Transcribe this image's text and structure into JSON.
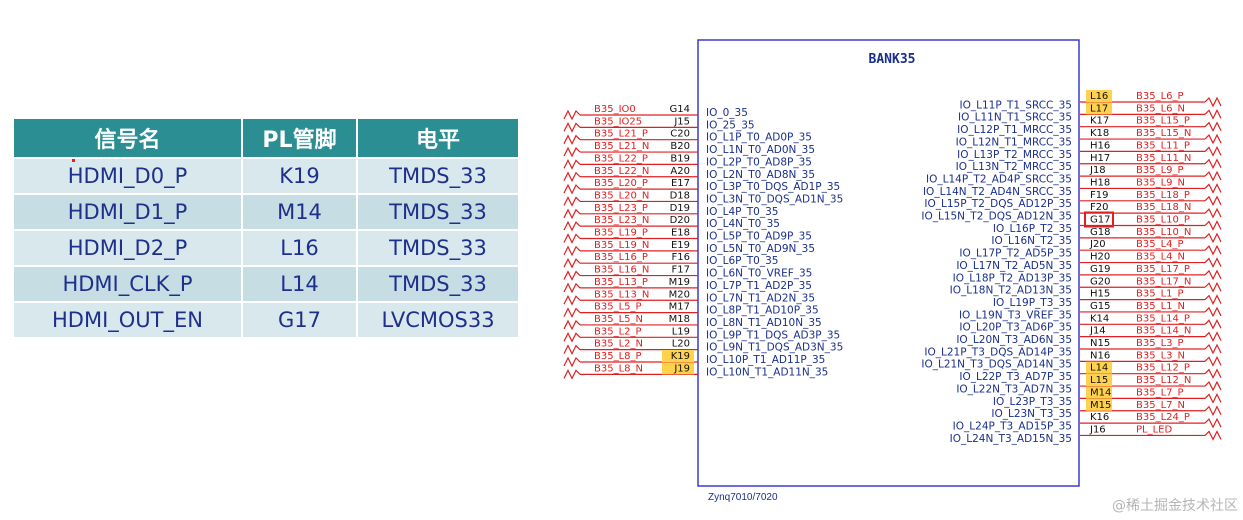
{
  "table": {
    "headers": [
      "信号名",
      "PL管脚",
      "电平"
    ],
    "rows": [
      [
        "HDMI_D0_P",
        "K19",
        "TMDS_33"
      ],
      [
        "HDMI_D1_P",
        "M14",
        "TMDS_33"
      ],
      [
        "HDMI_D2_P",
        "L16",
        "TMDS_33"
      ],
      [
        "HDMI_CLK_P",
        "L14",
        "TMDS_33"
      ],
      [
        "HDMI_OUT_EN",
        "G17",
        "LVCMOS33"
      ]
    ]
  },
  "schematic": {
    "bank_title": "BANK35",
    "chip_label": "Zynq7010/7020",
    "left_pins": [
      {
        "net": "B35_IO0",
        "pin": "G14",
        "io": "IO_0_35",
        "hl": ""
      },
      {
        "net": "B35_IO25",
        "pin": "J15",
        "io": "IO_25_35",
        "hl": ""
      },
      {
        "net": "B35_L21_P",
        "pin": "C20",
        "io": "IO_L1P_T0_AD0P_35",
        "hl": ""
      },
      {
        "net": "B35_L21_N",
        "pin": "B20",
        "io": "IO_L1N_T0_AD0N_35",
        "hl": ""
      },
      {
        "net": "B35_L22_P",
        "pin": "B19",
        "io": "IO_L2P_T0_AD8P_35",
        "hl": ""
      },
      {
        "net": "B35_L22_N",
        "pin": "A20",
        "io": "IO_L2N_T0_AD8N_35",
        "hl": ""
      },
      {
        "net": "B35_L20_P",
        "pin": "E17",
        "io": "IO_L3P_T0_DQS_AD1P_35",
        "hl": ""
      },
      {
        "net": "B35_L20_N",
        "pin": "D18",
        "io": "IO_L3N_T0_DQS_AD1N_35",
        "hl": ""
      },
      {
        "net": "B35_L23_P",
        "pin": "D19",
        "io": "IO_L4P_T0_35",
        "hl": ""
      },
      {
        "net": "B35_L23_N",
        "pin": "D20",
        "io": "IO_L4N_T0_35",
        "hl": ""
      },
      {
        "net": "B35_L19_P",
        "pin": "E18",
        "io": "IO_L5P_T0_AD9P_35",
        "hl": ""
      },
      {
        "net": "B35_L19_N",
        "pin": "E19",
        "io": "IO_L5N_T0_AD9N_35",
        "hl": ""
      },
      {
        "net": "B35_L16_P",
        "pin": "F16",
        "io": "IO_L6P_T0_35",
        "hl": ""
      },
      {
        "net": "B35_L16_N",
        "pin": "F17",
        "io": "IO_L6N_T0_VREF_35",
        "hl": ""
      },
      {
        "net": "B35_L13_P",
        "pin": "M19",
        "io": "IO_L7P_T1_AD2P_35",
        "hl": ""
      },
      {
        "net": "B35_L13_N",
        "pin": "M20",
        "io": "IO_L7N_T1_AD2N_35",
        "hl": ""
      },
      {
        "net": "B35_L5_P",
        "pin": "M17",
        "io": "IO_L8P_T1_AD10P_35",
        "hl": ""
      },
      {
        "net": "B35_L5_N",
        "pin": "M18",
        "io": "IO_L8N_T1_AD10N_35",
        "hl": ""
      },
      {
        "net": "B35_L2_P",
        "pin": "L19",
        "io": "IO_L9P_T1_DQS_AD3P_35",
        "hl": ""
      },
      {
        "net": "B35_L2_N",
        "pin": "L20",
        "io": "IO_L9N_T1_DQS_AD3N_35",
        "hl": ""
      },
      {
        "net": "B35_L8_P",
        "pin": "K19",
        "io": "IO_L10P_T1_AD11P_35",
        "hl": "yellow"
      },
      {
        "net": "B35_L8_N",
        "pin": "J19",
        "io": "IO_L10N_T1_AD11N_35",
        "hl": "yellow"
      }
    ],
    "right_pins": [
      {
        "io": "",
        "pin": "L16",
        "net": "B35_L6_P",
        "hl": "yellow"
      },
      {
        "io": "IO_L11P_T1_SRCC_35",
        "pin": "L17",
        "net": "B35_L6_N",
        "hl": "yellow"
      },
      {
        "io": "IO_L11N_T1_SRCC_35",
        "pin": "K17",
        "net": "B35_L15_P",
        "hl": ""
      },
      {
        "io": "IO_L12P_T1_MRCC_35",
        "pin": "K18",
        "net": "B35_L15_N",
        "hl": ""
      },
      {
        "io": "IO_L12N_T1_MRCC_35",
        "pin": "H16",
        "net": "B35_L11_P",
        "hl": ""
      },
      {
        "io": "IO_L13P_T2_MRCC_35",
        "pin": "H17",
        "net": "B35_L11_N",
        "hl": ""
      },
      {
        "io": "IO_L13N_T2_MRCC_35",
        "pin": "J18",
        "net": "B35_L9_P",
        "hl": ""
      },
      {
        "io": "IO_L14P_T2_AD4P_SRCC_35",
        "pin": "H18",
        "net": "B35_L9_N",
        "hl": ""
      },
      {
        "io": "IO_L14N_T2_AD4N_SRCC_35",
        "pin": "F19",
        "net": "B35_L18_P",
        "hl": ""
      },
      {
        "io": "IO_L15P_T2_DQS_AD12P_35",
        "pin": "F20",
        "net": "B35_L18_N",
        "hl": ""
      },
      {
        "io": "IO_L15N_T2_DQS_AD12N_35",
        "pin": "G17",
        "net": "B35_L10_P",
        "hl": "red"
      },
      {
        "io": "IO_L16P_T2_35",
        "pin": "G18",
        "net": "B35_L10_N",
        "hl": ""
      },
      {
        "io": "IO_L16N_T2_35",
        "pin": "J20",
        "net": "B35_L4_P",
        "hl": ""
      },
      {
        "io": "IO_L17P_T2_AD5P_35",
        "pin": "H20",
        "net": "B35_L4_N",
        "hl": ""
      },
      {
        "io": "IO_L17N_T2_AD5N_35",
        "pin": "G19",
        "net": "B35_L17_P",
        "hl": ""
      },
      {
        "io": "IO_L18P_T2_AD13P_35",
        "pin": "G20",
        "net": "B35_L17_N",
        "hl": ""
      },
      {
        "io": "IO_L18N_T2_AD13N_35",
        "pin": "H15",
        "net": "B35_L1_P",
        "hl": ""
      },
      {
        "io": "IO_L19P_T3_35",
        "pin": "G15",
        "net": "B35_L1_N",
        "hl": ""
      },
      {
        "io": "IO_L19N_T3_VREF_35",
        "pin": "K14",
        "net": "B35_L14_P",
        "hl": ""
      },
      {
        "io": "IO_L20P_T3_AD6P_35",
        "pin": "J14",
        "net": "B35_L14_N",
        "hl": ""
      },
      {
        "io": "IO_L20N_T3_AD6N_35",
        "pin": "N15",
        "net": "B35_L3_P",
        "hl": ""
      },
      {
        "io": "IO_L21P_T3_DQS_AD14P_35",
        "pin": "N16",
        "net": "B35_L3_N",
        "hl": ""
      },
      {
        "io": "IO_L21N_T3_DQS_AD14N_35",
        "pin": "L14",
        "net": "B35_L12_P",
        "hl": "yellow"
      },
      {
        "io": "IO_L22P_T3_AD7P_35",
        "pin": "L15",
        "net": "B35_L12_N",
        "hl": "yellow"
      },
      {
        "io": "IO_L22N_T3_AD7N_35",
        "pin": "M14",
        "net": "B35_L7_P",
        "hl": "yellow"
      },
      {
        "io": "IO_L23P_T3_35",
        "pin": "M15",
        "net": "B35_L7_N",
        "hl": "yellow"
      },
      {
        "io": "IO_L23N_T3_35",
        "pin": "K16",
        "net": "B35_L24_P",
        "hl": ""
      },
      {
        "io": "IO_L24P_T3_AD15P_35",
        "pin": "J16",
        "net": "PL_LED",
        "hl": ""
      },
      {
        "io": "IO_L24N_T3_AD15N_35",
        "pin": "",
        "net": "",
        "hl": ""
      }
    ]
  },
  "watermark": "@稀土掘金技术社区",
  "colors": {
    "accent_table": "#2b8e93",
    "net_red": "#e02020",
    "symbol_blue": "#1a2f8c",
    "highlight": "#ffd24d"
  }
}
